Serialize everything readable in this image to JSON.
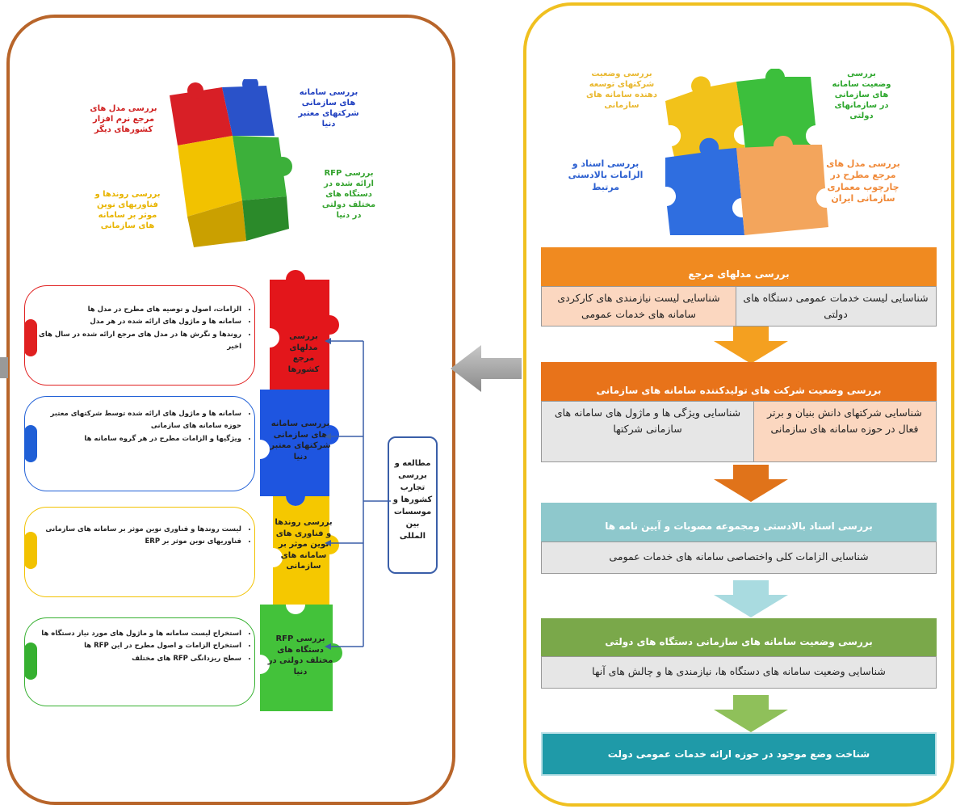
{
  "left": {
    "puzzle_labels": {
      "red": "بررسی مدل های مرجع نرم افزار کشورهای دیگر",
      "blue": "بررسی سامانه های سازمانی شرکتهای معتبر دنیا",
      "green": "بررسی RFP ارائه شده در دستگاه های مختلف دولتی در دنیا",
      "yellow": "بررسی روندها و فناوریهای نوین موثر بر سامانه های سازمانی"
    },
    "stack_labels": [
      "بررسی مدلهای مرجع کشورها",
      "بررسی سامانه های سازمانی شرکتهای معتبر دنیا",
      "بررسی روندها و فناوری های نوین موثر بر سامانه های سازمانی",
      "بررسی RFP دستگاه های مختلف دولتی در دنیا"
    ],
    "side_box": "مطالعه و بررسی تجارب کشورها و موسسات بین المللی",
    "cards": [
      {
        "color": "#e02020",
        "items": [
          "الزامات، اصول و توصیه های مطرح در مدل ها",
          "سامانه ها و ماژول های ارائه شده در هر مدل",
          "روندها و نگرش ها در مدل های مرجع ارائه شده در سال های اخیر"
        ]
      },
      {
        "color": "#1f5fd6",
        "items": [
          "سامانه ها و ماژول های ارائه شده توسط شرکتهای معتبر حوزه سامانه های سازمانی",
          "ویژگیها و الزامات مطرح در هر گروه سامانه ها"
        ]
      },
      {
        "color": "#f2c200",
        "items": [
          "لیست روندها و فناوری نوین موثر بر سامانه های سازمانی",
          "فناوریهای نوین موثر بر ERP"
        ]
      },
      {
        "color": "#36b030",
        "items": [
          "استخراج لیست سامانه ها و ماژول های مورد نیاز دستگاه ها",
          "استخراج الزامات و اصول مطرح در این RFP ها",
          "سطح ریزدانگی RFP های مختلف"
        ]
      }
    ]
  },
  "right": {
    "puzzle_labels": {
      "yellow": "بررسی وضعیت شرکتهای توسعه دهنده سامانه های سازمانی",
      "green": "بررسی وضعیت سامانه های سازمانی در سازمانهای دولتی",
      "blue": "بررسی اسناد و الزامات بالادستی مرتبط",
      "orange": "بررسی مدل های مرجع مطرح در چارچوب معماری سازمانی ایران"
    },
    "stages": [
      {
        "title": "بررسی مدلهای مرجع",
        "color": "#f08a20",
        "arrow": "#f4a020",
        "boxes": [
          {
            "text": "شناسایی لیست خدمات عمومی دستگاه های دولتی",
            "bg": "#e6e6e6"
          },
          {
            "text": "شناسایی لیست نیازمندی های کارکردی سامانه های خدمات عمومی",
            "bg": "#fbd7c0"
          }
        ]
      },
      {
        "title": "بررسی وضعیت شرکت های تولیدکننده سامانه های سازمانی",
        "color": "#e8731a",
        "arrow": "#e0731a",
        "boxes": [
          {
            "text": "شناسایی شرکتهای دانش بنیان و برتر فعال در حوزه سامانه های سازمانی",
            "bg": "#fbd7c0"
          },
          {
            "text": "شناسایی ویژگی ها و ماژول های سامانه های سازمانی شرکتها",
            "bg": "#e6e6e6"
          }
        ]
      },
      {
        "title": "بررسی اسناد بالادستی ومجموعه مصوبات و آیین نامه ها",
        "color": "#8ec8cc",
        "arrow": "#a9dbe0",
        "boxes": [
          {
            "text": "شناسایی الزامات کلی واختصاصی سامانه های خدمات عمومی",
            "bg": "#e6e6e6"
          }
        ]
      },
      {
        "title": "بررسی وضعیت سامانه های سازمانی دستگاه های دولتی",
        "color": "#7aa84a",
        "arrow": "#8fc05a",
        "boxes": [
          {
            "text": "شناسایی وضعیت سامانه های دستگاه ها، نیازمندی ها و چالش های آنها",
            "bg": "#e6e6e6"
          }
        ]
      }
    ],
    "final": "شناخت وضع موجود در حوزه ارائه خدمات عمومی دولت"
  }
}
